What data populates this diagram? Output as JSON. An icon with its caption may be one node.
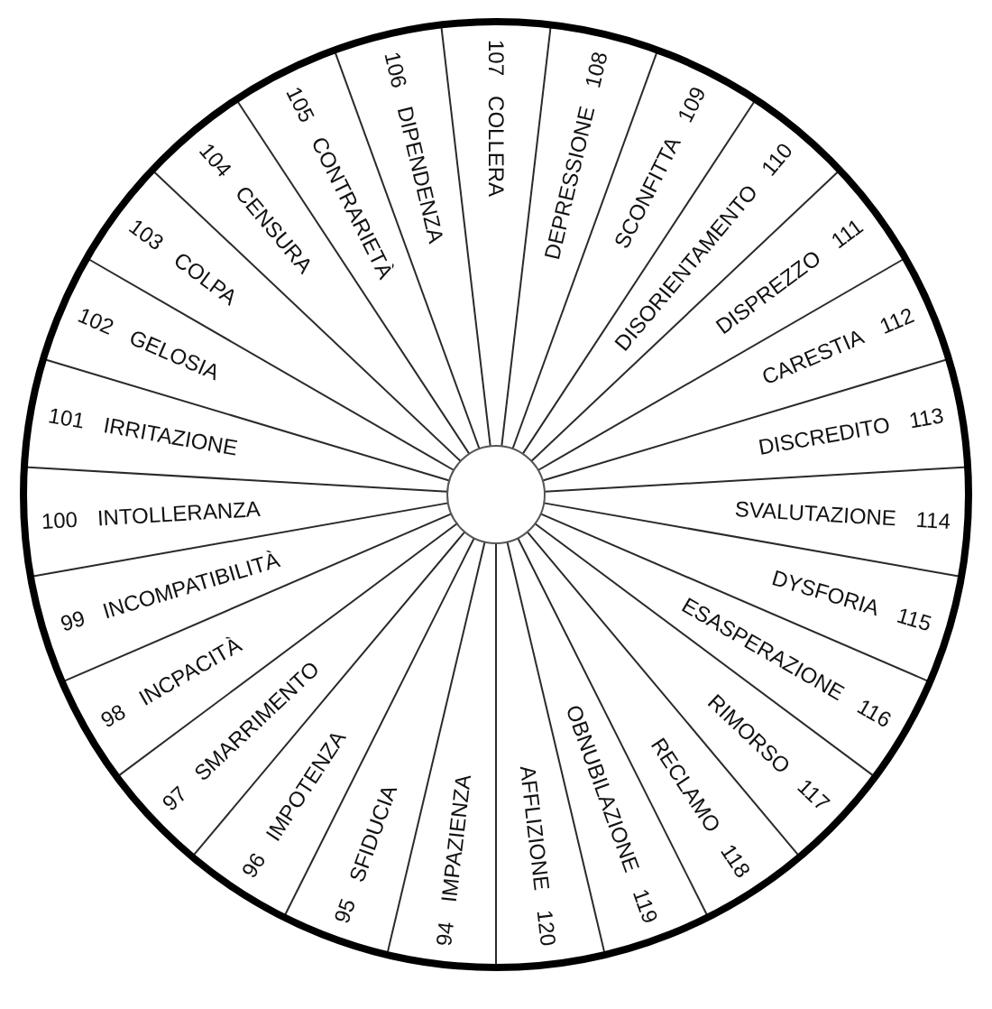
{
  "diagram": {
    "nodes": [
      {
        "text": [
          "94",
          "IMPAZIENZA"
        ]
      },
      {
        "text": [
          "95",
          "SFIDUCIA"
        ]
      },
      {
        "text": [
          "96",
          "IMPOTENZA"
        ]
      },
      {
        "text": [
          "97",
          "SMARRIMENTO"
        ]
      },
      {
        "text": [
          "98",
          "INCPACITÀ"
        ]
      },
      {
        "text": [
          "99",
          "INCOMPATIBILITÀ"
        ]
      },
      {
        "text": [
          "100",
          "INTOLLERANZA"
        ]
      },
      {
        "text": [
          "101",
          "IRRITAZIONE"
        ]
      },
      {
        "text": [
          "102",
          "GELOSIA"
        ]
      },
      {
        "text": [
          "103",
          "COLPA"
        ]
      },
      {
        "text": [
          "104",
          "CENSURA"
        ]
      },
      {
        "text": [
          "105",
          "CONTRARIETÀ"
        ]
      },
      {
        "text": [
          "106",
          "DIPENDENZA"
        ]
      },
      {
        "text": [
          "107",
          "COLLERA"
        ]
      },
      {
        "text": [
          "DEPRESSIONE",
          "108"
        ]
      },
      {
        "text": [
          "SCONFITTA",
          "109"
        ]
      },
      {
        "text": [
          "DISORIENTAMENTO",
          "110"
        ]
      },
      {
        "text": [
          "DISPREZZO",
          "111"
        ]
      },
      {
        "text": [
          "CARESTIA",
          "112"
        ]
      },
      {
        "text": [
          "DISCREDITO",
          "113"
        ]
      },
      {
        "text": [
          "SVALUTAZIONE",
          "114"
        ]
      },
      {
        "text": [
          "DYSFORIA",
          "115"
        ]
      },
      {
        "text": [
          "ESASPERAZIONE",
          "116"
        ]
      },
      {
        "text": [
          "RIMORSO",
          "117"
        ]
      },
      {
        "text": [
          "RECLAMO",
          "118"
        ]
      },
      {
        "text": [
          "OBNUBILAZIONE",
          "119"
        ]
      },
      {
        "text": [
          "AFFLIZIONE",
          "120"
        ]
      }
    ]
  }
}
